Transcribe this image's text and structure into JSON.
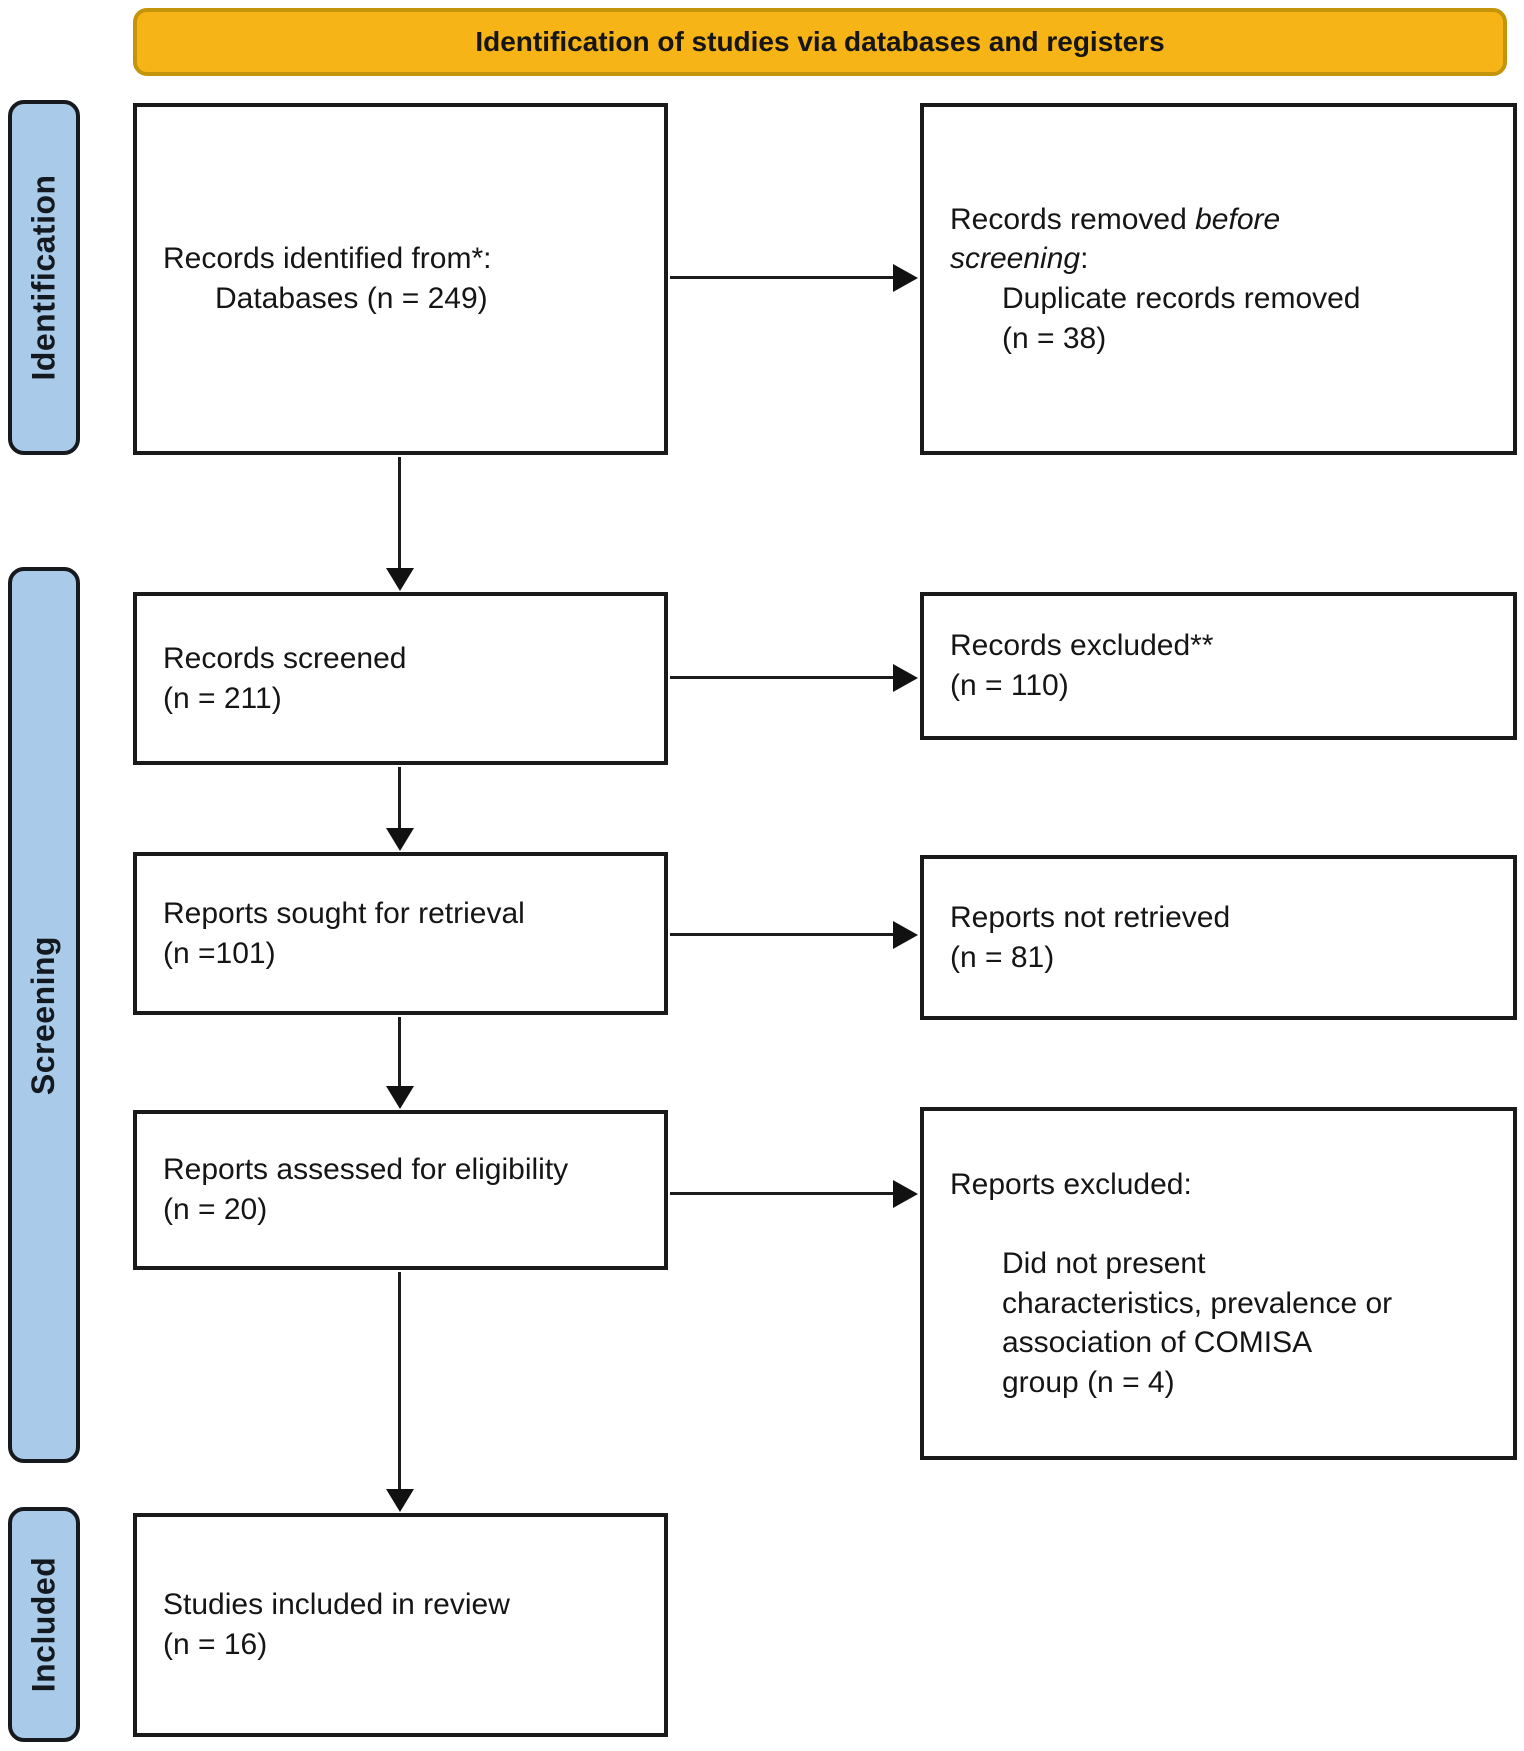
{
  "header": {
    "title": "Identification of studies via databases and registers"
  },
  "stages": [
    {
      "label": "Identification"
    },
    {
      "label": "Screening"
    },
    {
      "label": "Included"
    }
  ],
  "boxes": {
    "records_identified": {
      "line1": "Records identified from*:",
      "line2": "Databases (n = 249)"
    },
    "records_removed": {
      "line1_prefix": "Records removed ",
      "line1_italic": "before",
      "line2_italic": "screening",
      "line2_suffix": ":",
      "line3": "Duplicate records removed",
      "line4": "(n = 38)"
    },
    "records_screened": {
      "line1": "Records screened",
      "line2": "(n = 211)"
    },
    "records_excluded": {
      "line1": "Records excluded**",
      "line2": "(n = 110)"
    },
    "reports_sought": {
      "line1": "Reports sought for retrieval",
      "line2": "(n =101)"
    },
    "reports_not_retrieved": {
      "line1": "Reports not retrieved",
      "line2": "(n = 81)"
    },
    "reports_assessed": {
      "line1": "Reports assessed for eligibility",
      "line2": "(n = 20)"
    },
    "reports_excluded": {
      "line1": "Reports excluded:",
      "line3": "Did not present",
      "line4": "characteristics, prevalence or",
      "line5": "association of COMISA",
      "line6": "group (n = 4)"
    },
    "studies_included": {
      "line1": "Studies included in review",
      "line2": "(n = 16)"
    }
  },
  "colors": {
    "banner_fill": "#F7B416",
    "banner_border": "#C4950B",
    "stage_fill": "#A9CBE9",
    "line_color": "#1A1A1A"
  }
}
